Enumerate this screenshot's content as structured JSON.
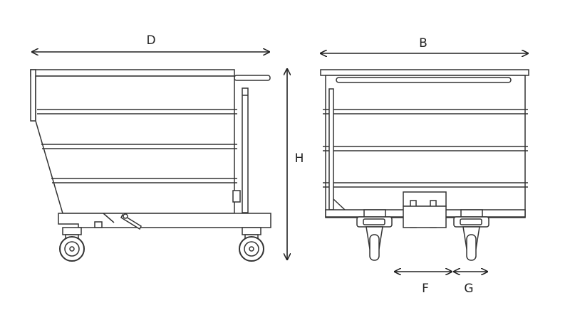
{
  "dimensions": {
    "depth_label": "D",
    "width_label": "B",
    "height_label": "H",
    "wheel_offset_label": "F",
    "wheel_spacing_label": "G"
  },
  "colors": {
    "line": "#333333",
    "background": "#ffffff"
  }
}
